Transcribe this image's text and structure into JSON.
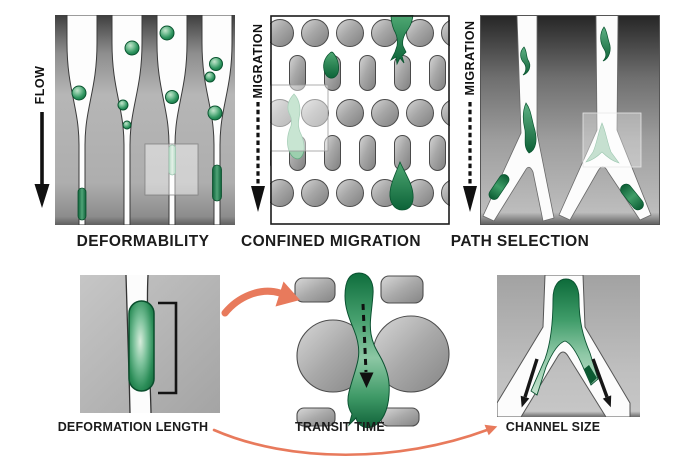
{
  "figure": {
    "top_row": [
      {
        "label": "DEFORMABILITY",
        "axis_label": "FLOW"
      },
      {
        "label": "CONFINED MIGRATION",
        "axis_label": "MIGRATION"
      },
      {
        "label": "PATH SELECTION",
        "axis_label": "MIGRATION"
      }
    ],
    "bottom_row": [
      {
        "label": "DEFORMATION LENGTH"
      },
      {
        "label": "TRANSIT TIME"
      },
      {
        "label": "CHANNEL SIZE"
      }
    ],
    "colors": {
      "cell_green_dark": "#0d6a3b",
      "cell_green_mid": "#3f9e68",
      "cell_green_light": "#bfe3c9",
      "pillar_gray": "#a7a7a7",
      "background_dark": "#2a2a2a",
      "arrow_orange": "#E87A5C",
      "text": "#1b1b1b"
    }
  }
}
